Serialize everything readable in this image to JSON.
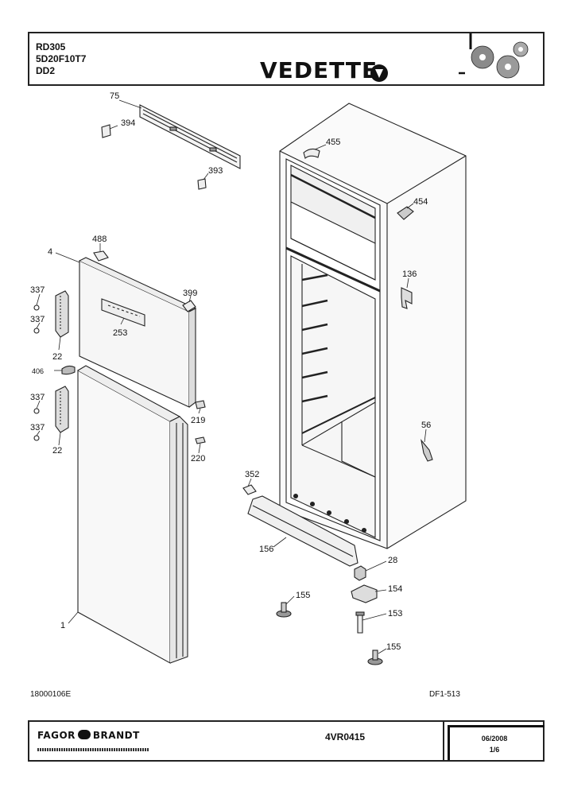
{
  "header": {
    "model_lines": [
      "RD305",
      "5D20F10T7",
      "DD2"
    ],
    "brand": "VEDETTE"
  },
  "callouts": {
    "c75": "75",
    "c394": "394",
    "c393": "393",
    "c455": "455",
    "c454": "454",
    "c488": "488",
    "c4": "4",
    "c399": "399",
    "c337a": "337",
    "c337b": "337",
    "c337c": "337",
    "c337d": "337",
    "c253": "253",
    "c22a": "22",
    "c406": "406",
    "c22b": "22",
    "c219": "219",
    "c220": "220",
    "c136": "136",
    "c56": "56",
    "c352": "352",
    "c156": "156",
    "c28": "28",
    "c155a": "155",
    "c154": "154",
    "c153": "153",
    "c155b": "155",
    "c1": "1"
  },
  "refs": {
    "left": "18000106E",
    "right": "DF1-513"
  },
  "footer": {
    "company_left": "FAGOR",
    "company_right": "BRANDT",
    "doc_code": "4VR0415",
    "date": "06/2008",
    "page": "1/6"
  }
}
